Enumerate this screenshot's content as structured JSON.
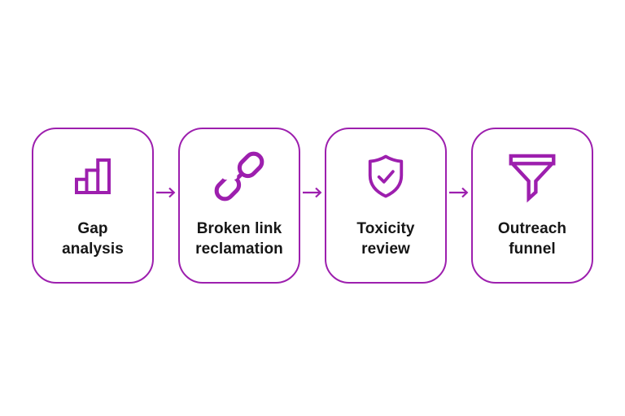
{
  "page": {
    "background": "#ffffff"
  },
  "diagram": {
    "accent_color": "#9d1fae",
    "text_color": "#161616",
    "connector_icon": "arrow-right-icon",
    "steps": [
      {
        "label": "Gap analysis",
        "lines": [
          "Gap",
          "analysis"
        ],
        "icon": "bar-chart-icon"
      },
      {
        "label": "Broken link reclamation",
        "lines": [
          "Broken link",
          "reclamation"
        ],
        "icon": "broken-link-icon"
      },
      {
        "label": "Toxicity review",
        "lines": [
          "Toxicity",
          "review"
        ],
        "icon": "shield-check-icon"
      },
      {
        "label": "Outreach funnel",
        "lines": [
          "Outreach",
          "funnel"
        ],
        "icon": "funnel-icon"
      }
    ]
  }
}
